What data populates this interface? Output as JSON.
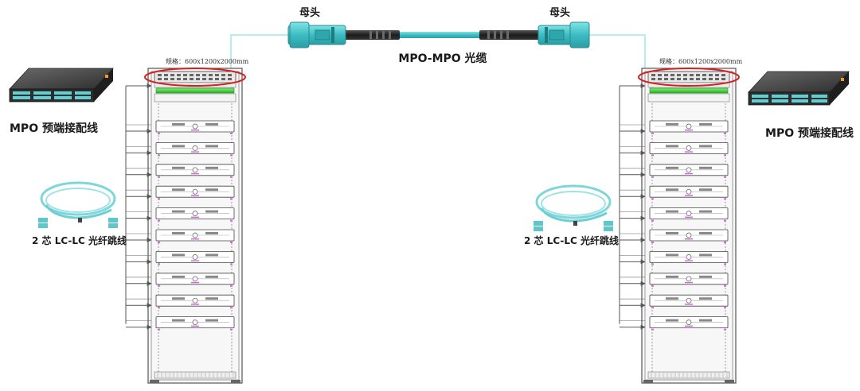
{
  "connector_left_label": "母头",
  "connector_right_label": "母头",
  "cable_label": "MPO-MPO 光缆",
  "left_patch_panel_label": "MPO 预端接配线",
  "right_patch_panel_label": "MPO 预端接配线",
  "left_jumper_label": "2 芯 LC-LC 光纤跳线",
  "right_jumper_label": "2 芯 LC-LC 光纤跳线",
  "left_rack_spec": "规格：600x1200x2000mm",
  "right_rack_spec": "规格：600x1200x2000mm",
  "colors": {
    "cable_aqua": "#54cfd4",
    "highlight_ellipse": "#d42020",
    "panel_green": "#3fcf3a",
    "rack_frame": "#555555"
  },
  "icons": [
    "mpo-connector-icon",
    "patch-panel-icon",
    "fiber-jumper-icon",
    "server-rack-icon"
  ]
}
